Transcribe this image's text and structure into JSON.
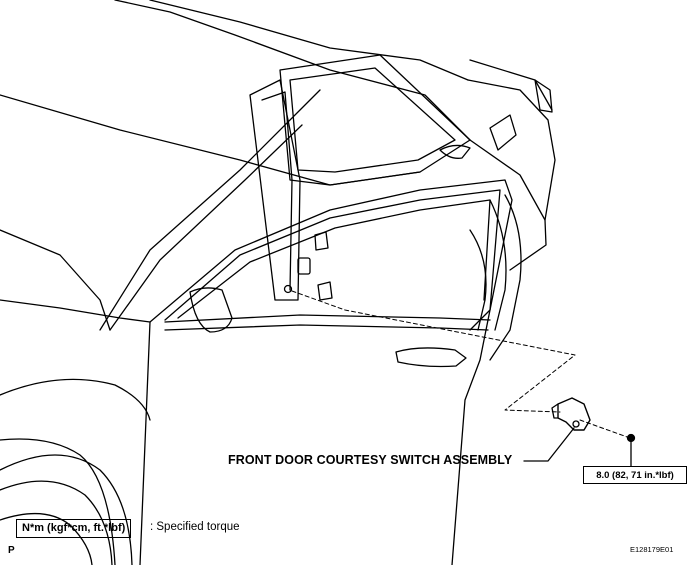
{
  "diagram": {
    "part_label": "FRONT DOOR COURTESY SWITCH ASSEMBLY",
    "torque_value": "8.0 (82, 71 in.*lbf)",
    "legend_unit": "N*m (kgf*cm, ft.*lbf)",
    "legend_description": ": Specified torque",
    "corner_mark": "P",
    "figure_id": "E128179E01"
  },
  "colors": {
    "line": "#000000",
    "background": "#ffffff"
  }
}
